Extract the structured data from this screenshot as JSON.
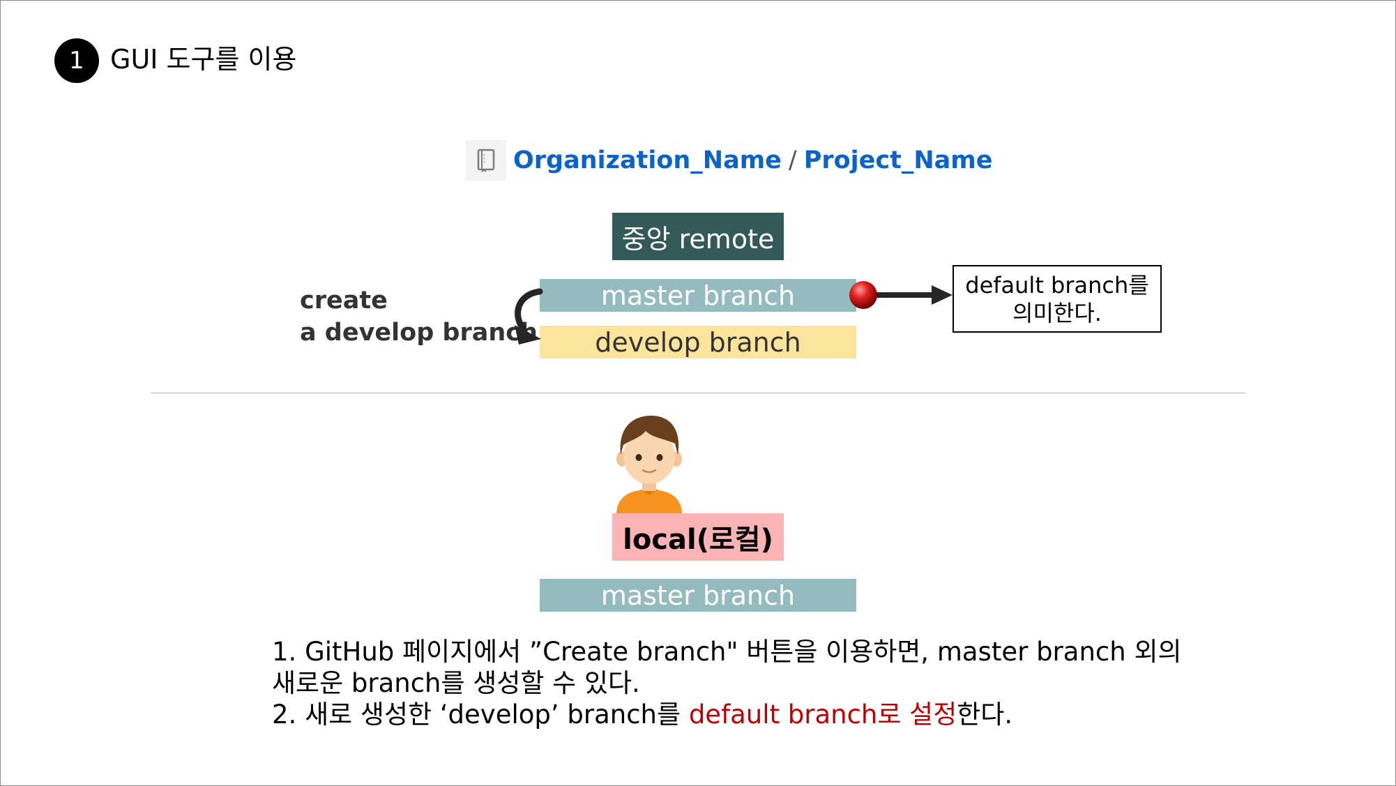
{
  "header": {
    "step_number": "1",
    "title": "GUI 도구를 이용"
  },
  "repo": {
    "organization": "Organization_Name",
    "separator": "/",
    "project": "Project_Name",
    "icon": "repo-book-icon"
  },
  "remote": {
    "label": "중앙 remote",
    "master_branch": "master branch",
    "develop_branch": "develop branch",
    "create_label_line1": "create",
    "create_label_line2": "a develop branch",
    "default_note_line1": "default branch를",
    "default_note_line2": "의미한다."
  },
  "local": {
    "label": "local(로컬)",
    "master_branch": "master branch",
    "avatar_icon": "developer-avatar-icon"
  },
  "notes": {
    "line1": "1. GitHub 페이지에서 ”Create branch\" 버튼을 이용하면, master branch 외의",
    "line2": "새로운 branch를 생성할 수 있다.",
    "line3_prefix": "2. 새로 생성한 ‘develop’ branch를 ",
    "line3_highlight": "default branch로 설정",
    "line3_suffix": "한다."
  },
  "colors": {
    "remote_box": "#335958",
    "master_branch": "#94bbbe",
    "develop_branch": "#fde49c",
    "local_box": "#fbb3b6",
    "link": "#0b63c8",
    "highlight": "#c00000"
  }
}
